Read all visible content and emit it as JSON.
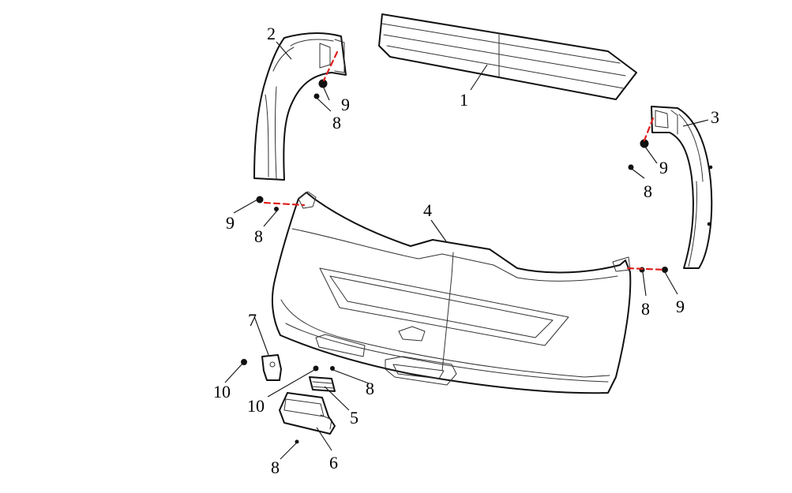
{
  "diagram": {
    "callouts": [
      "1",
      "2",
      "3",
      "4",
      "5",
      "6",
      "7",
      "8",
      "9",
      "10"
    ]
  },
  "colors": {
    "line": "#111111",
    "dashed_link": "#e0201e",
    "background": "#ffffff"
  }
}
